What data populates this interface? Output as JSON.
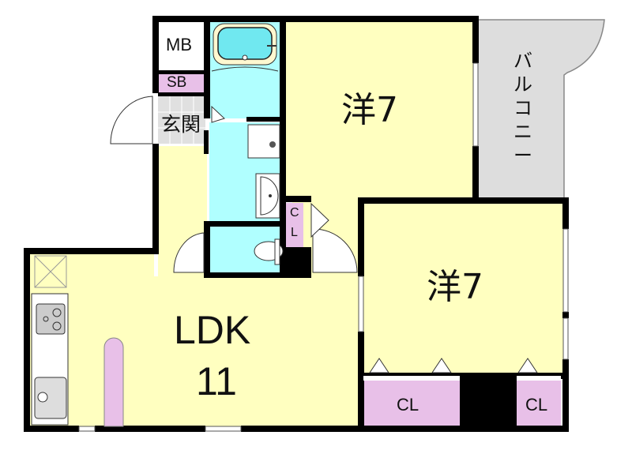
{
  "floor_plan": {
    "layout_type": "2LDK",
    "colors": {
      "room_yellow": "#FFFFC0",
      "wet_area_cyan": "#B0FFFF",
      "closet_pink": "#E8C0E8",
      "balcony_gray": "#DDDDDD",
      "entrance_tile": "#E0E0E0",
      "wall_black": "#000000"
    },
    "rooms": {
      "western_room_1": {
        "label": "洋7",
        "type": "洋室",
        "size_jo": "7"
      },
      "western_room_2": {
        "label": "洋7",
        "type": "洋室",
        "size_jo": "7"
      },
      "ldk": {
        "label": "LDK",
        "size": "11"
      },
      "balcony": {
        "label": "バルコニー"
      },
      "entrance": {
        "label": "玄関"
      },
      "meter_box": {
        "label": "MB"
      },
      "shoe_box": {
        "label": "SB"
      },
      "closet_hall": {
        "label": "C\nL",
        "label_c": "C",
        "label_l": "L"
      },
      "closet_room2_left": {
        "label": "CL"
      },
      "closet_room2_right": {
        "label": "CL"
      }
    },
    "fixtures": [
      "bathtub",
      "washing-machine-pan",
      "washbasin",
      "toilet",
      "gas-stove",
      "kitchen-sink",
      "ventilation-hood"
    ]
  }
}
